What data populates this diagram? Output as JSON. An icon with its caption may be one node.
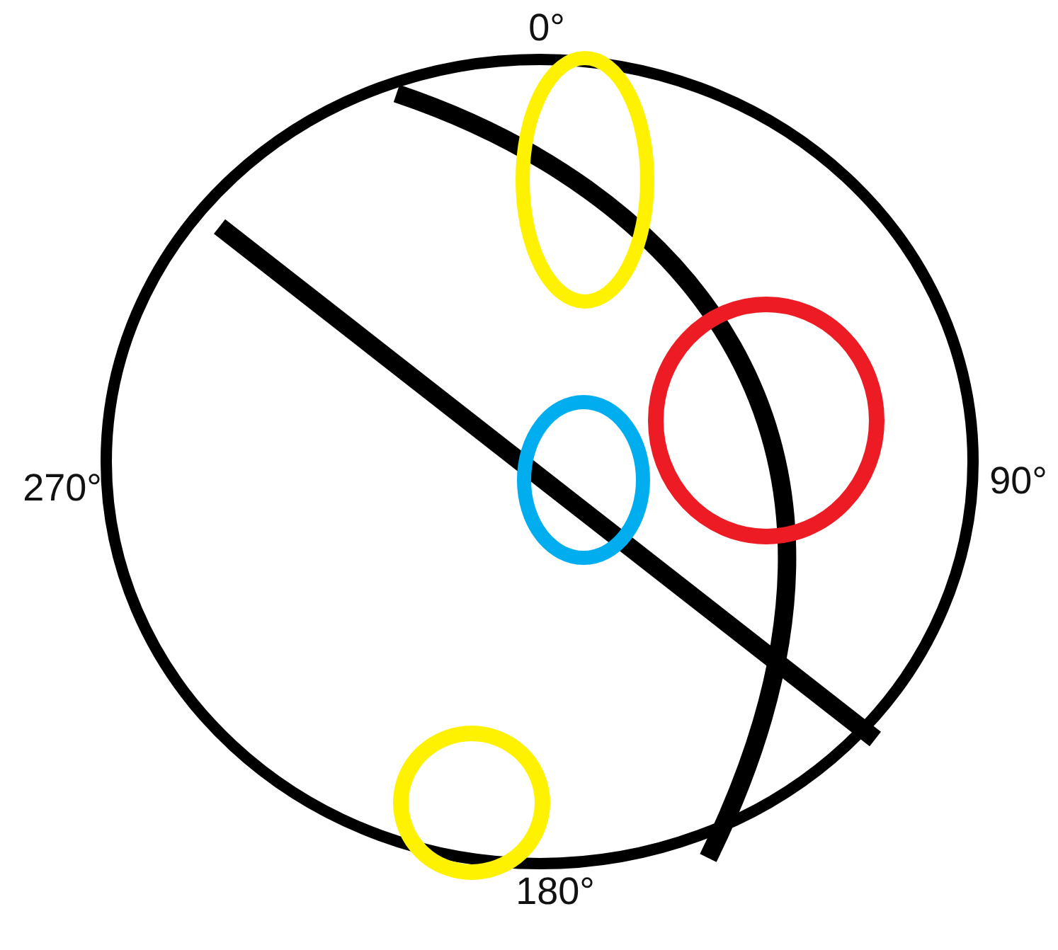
{
  "diagram": {
    "labels": [
      "0°",
      "270°",
      "90°",
      "180°"
    ]
  }
}
